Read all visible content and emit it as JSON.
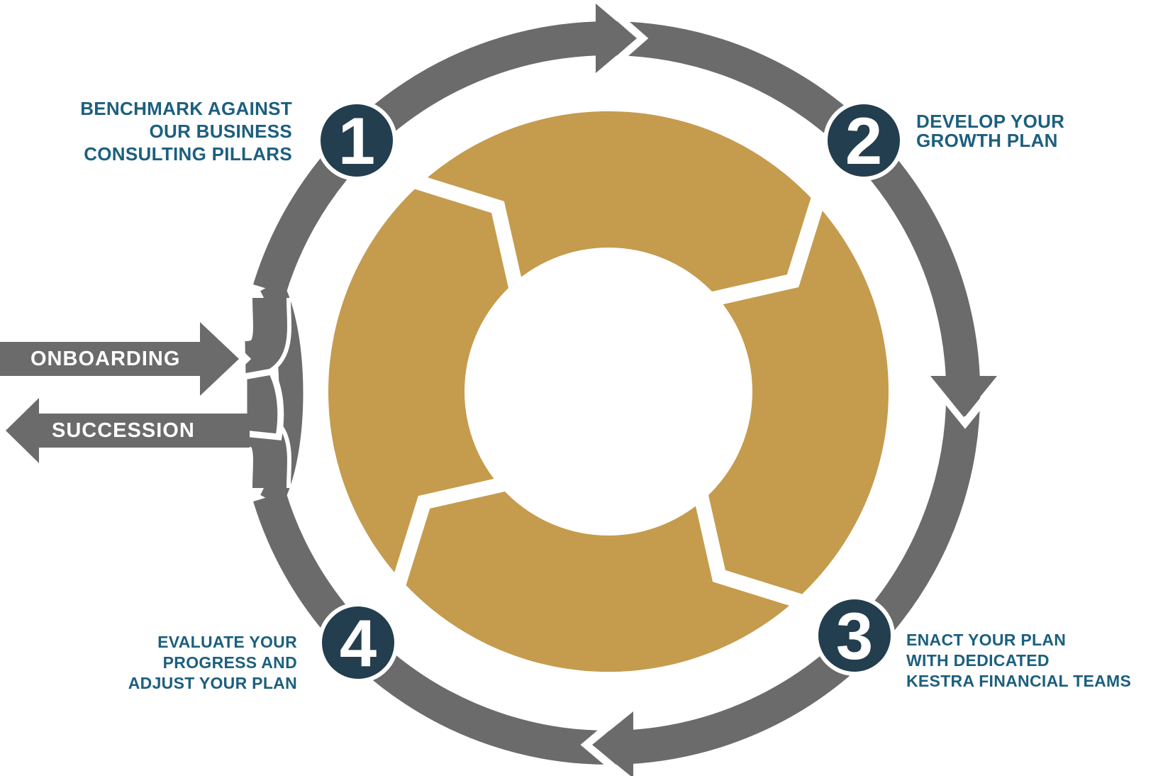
{
  "colors": {
    "ring_gray": "#6B6B6B",
    "gold": "#C59B4D",
    "step_navy": "#233E4E",
    "label_teal": "#1C5F7E",
    "text_on_gray": "#FFFFFF",
    "background": "#FFFFFF"
  },
  "steps": [
    {
      "number": "1",
      "lines": [
        "BENCHMARK AGAINST",
        "OUR BUSINESS",
        "CONSULTING PILLARS"
      ]
    },
    {
      "number": "2",
      "lines": [
        "DEVELOP YOUR",
        "GROWTH PLAN"
      ]
    },
    {
      "number": "3",
      "lines": [
        "ENACT YOUR PLAN",
        "WITH DEDICATED",
        "KESTRA FINANCIAL TEAMS"
      ]
    },
    {
      "number": "4",
      "lines": [
        "EVALUATE YOUR",
        "PROGRESS AND",
        "ADJUST YOUR PLAN"
      ]
    }
  ],
  "flow": {
    "in_label": "ONBOARDING",
    "out_label": "SUCCESSION"
  }
}
